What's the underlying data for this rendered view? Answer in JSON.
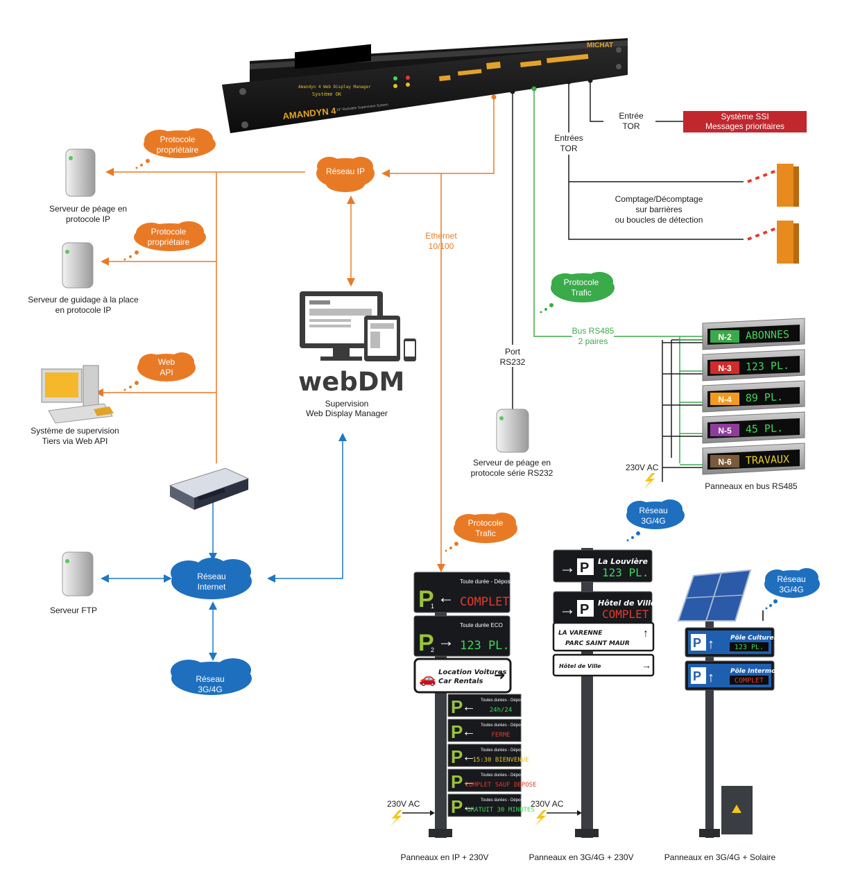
{
  "colors": {
    "orange": "#e97a25",
    "green": "#3aaa4a",
    "blue": "#1f77c3",
    "red": "#c0282e",
    "black": "#1a1a1a",
    "cloud_blue": "#1f6fbf"
  },
  "device": {
    "brand": "MICHAT",
    "model": "AMANDYN 4",
    "subtitle": "19\" Rackable Supervision System",
    "screen_line1": "Amandyn 4 Web Display Manager",
    "screen_line2": "Système OK"
  },
  "clouds": {
    "proto1": [
      "Protocole",
      "propriétaire"
    ],
    "proto2": [
      "Protocole",
      "propriétaire"
    ],
    "webapi": [
      "Web",
      "API"
    ],
    "reseau_ip": "Réseau IP",
    "proto_trafic_top": [
      "Protocole",
      "Trafic"
    ],
    "proto_trafic_bottom": [
      "Protocole",
      "Trafic"
    ],
    "internet": [
      "Réseau",
      "Internet"
    ],
    "g34_left": [
      "Réseau",
      "3G/4G"
    ],
    "g34_mid": [
      "Réseau",
      "3G/4G"
    ],
    "g34_right": [
      "Réseau",
      "3G/4G"
    ]
  },
  "labels": {
    "serveur_peage_ip": [
      "Serveur de péage en",
      "protocole IP"
    ],
    "serveur_guidage": [
      "Serveur de guidage à la place",
      "en protocole IP"
    ],
    "systeme_supervision": [
      "Système de supervision",
      "Tiers via Web API"
    ],
    "serveur_ftp": "Serveur FTP",
    "webdm_logo": "webDM",
    "webdm_caption": [
      "Supervision",
      "Web Display Manager"
    ],
    "ethernet": [
      "Ethernet",
      "10/100"
    ],
    "port_rs232": [
      "Port",
      "RS232"
    ],
    "serveur_rs232": [
      "Serveur de péage en",
      "protocole série RS232"
    ],
    "bus_rs485": [
      "Bus RS485",
      "2 paires"
    ],
    "entree_tor": [
      "Entrée",
      "TOR"
    ],
    "entrees_tor": [
      "Entrées",
      "TOR"
    ],
    "ssi": [
      "Système SSI",
      "Messages prioritaires"
    ],
    "comptage": [
      "Comptage/Décomptage",
      "sur barrières",
      "ou boucles de détection"
    ],
    "ac_bus": "230V AC",
    "panneaux_bus": "Panneaux en bus RS485",
    "ac_ip": "230V AC",
    "ac_3g": "230V AC",
    "caption_ip": "Panneaux en IP + 230V",
    "caption_3g": "Panneaux en 3G/4G + 230V",
    "caption_solar": "Panneaux en 3G/4G + Solaire"
  },
  "bus_panels": [
    {
      "level": "N-2",
      "text": "ABONNES",
      "color": "#3aaa4a",
      "text_color": "#3fd65a"
    },
    {
      "level": "N-3",
      "text": "123 PL.",
      "color": "#d22b2b",
      "text_color": "#3fd65a"
    },
    {
      "level": "N-4",
      "text": "89 PL.",
      "color": "#f39a1e",
      "text_color": "#3fd65a"
    },
    {
      "level": "N-5",
      "text": "45 PL.",
      "color": "#8e3d9a",
      "text_color": "#3fd65a"
    },
    {
      "level": "N-6",
      "text": "TRAVAUX",
      "color": "#7a5a3a",
      "text_color": "#e3d02a"
    }
  ],
  "sign_ip": {
    "top1": {
      "p": "P",
      "sub": "1",
      "caption": "Toute durée - Dépose",
      "msg": "COMPLET",
      "msg_color": "#e33b2b"
    },
    "top2": {
      "p": "P",
      "sub": "2",
      "caption": "Toute durée ECO",
      "msg": "123 PL.",
      "msg_color": "#3fd65a"
    },
    "static": [
      "Location Voitures",
      "Car Rentals"
    ],
    "small": [
      {
        "caption": "Toutes durées - Dépose",
        "msg": "24h/24",
        "msg_color": "#3fd65a"
      },
      {
        "caption": "Toutes durées - Dépose",
        "msg": "FERME",
        "msg_color": "#e33b2b"
      },
      {
        "caption": "Toutes durées - Dépose",
        "msg": "15:30 BIENVENUE",
        "msg_color": "#e3c02a"
      },
      {
        "caption": "Toutes durées - Dépose",
        "msg": "COMPLET SAUF DEPOSE",
        "msg_color": "#e33b2b"
      },
      {
        "caption": "Toutes durées - Dépose",
        "msg": "GRATUIT 30 MINUTES",
        "msg_color": "#3fd65a"
      }
    ]
  },
  "sign_3g": {
    "top1": {
      "name": "La Louvière",
      "msg": "123 PL.",
      "msg_color": "#3fd65a"
    },
    "top2": {
      "name": "Hôtel de Ville",
      "msg": "COMPLET",
      "msg_color": "#e33b2b"
    },
    "static1": [
      "LA VARENNE",
      "PARC SAINT MAUR"
    ],
    "static2": "Hôtel de Ville"
  },
  "sign_solar": {
    "top1": {
      "name": "Pôle Culturel",
      "msg": "123 PL.",
      "msg_color": "#3fd65a"
    },
    "top2": {
      "name": "Pôle Intermodal",
      "msg": "COMPLET",
      "msg_color": "#e33b2b"
    }
  }
}
